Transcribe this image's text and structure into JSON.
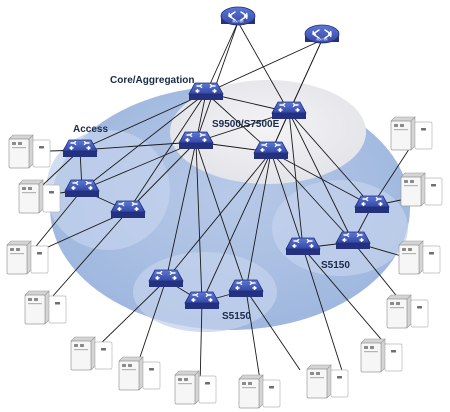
{
  "labels": {
    "core_aggregation": "Core/Aggregation",
    "core_model": "S9500/S7500E",
    "access": "Access",
    "s5150_bottom": "S5150",
    "s5150_right": "S5150",
    "router_left": "ROUTER",
    "router_right": "ROUTER"
  },
  "colors": {
    "zone_outer": "#9db6de",
    "zone_inner": "#c7d5ec",
    "core_zone": "#e8e8ec",
    "switch_blue": "#3d55b5",
    "link": "#1a1a1a"
  },
  "icons": {
    "router": "router-icon",
    "switch": "switch-icon",
    "access_point": "wireless-access-point-icon"
  }
}
